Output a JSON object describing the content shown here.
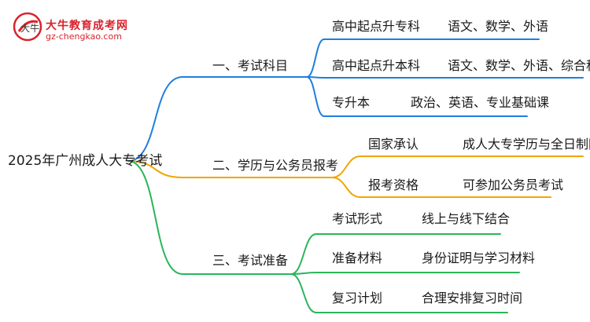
{
  "logo": {
    "name": "大牛教育成考网",
    "url": "gz-chengkao.com",
    "mark": "大牛"
  },
  "root": {
    "label": "2025年广州成人大专考试"
  },
  "colors": {
    "blue": "#1f7ee0",
    "orange": "#f0a500",
    "green": "#2bb55a",
    "brand": "#d9232c"
  },
  "branches": [
    {
      "label": "一、考试科目",
      "color": "blue",
      "items": [
        {
          "label": "高中起点升专科",
          "value": "语文、数学、外语"
        },
        {
          "label": "高中起点升本科",
          "value": "语文、数学、外语、综合科目"
        },
        {
          "label": "专升本",
          "value": "政治、英语、专业基础课"
        }
      ]
    },
    {
      "label": "二、学历与公务员报考",
      "color": "orange",
      "items": [
        {
          "label": "国家承认",
          "value": "成人大专学历与全日制同等"
        },
        {
          "label": "报考资格",
          "value": "可参加公务员考试"
        }
      ]
    },
    {
      "label": "三、考试准备",
      "color": "green",
      "items": [
        {
          "label": "考试形式",
          "value": "线上与线下结合"
        },
        {
          "label": "准备材料",
          "value": "身份证明与学习材料"
        },
        {
          "label": "复习计划",
          "value": "合理安排复习时间"
        }
      ]
    }
  ]
}
